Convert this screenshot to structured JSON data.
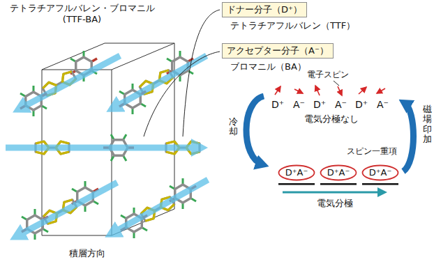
{
  "diagram": {
    "title": "テトラチアフルバレン・ブロマニル (TTF-BA)",
    "nodes": [
      {
        "text": [
          "ドナー分子（D⁺）",
          "テトラチアフルバレン（TTF）"
        ]
      },
      {
        "text": [
          "アクセプター分子（A⁻）",
          "ブロマニル（BA）"
        ]
      },
      {
        "text": [
          "D⁺A⁻"
        ]
      },
      {
        "text": [
          "D⁺A⁻"
        ]
      },
      {
        "text": [
          "D⁺A⁻"
        ]
      }
    ],
    "labels": [
      "積層方向",
      "電子スピン",
      "D⁺",
      "A⁻",
      "D⁺",
      "A⁻",
      "D⁺",
      "A⁻",
      "電気分極なし",
      "冷却",
      "磁場印加",
      "スピン一重項",
      "電気分極"
    ]
  }
}
